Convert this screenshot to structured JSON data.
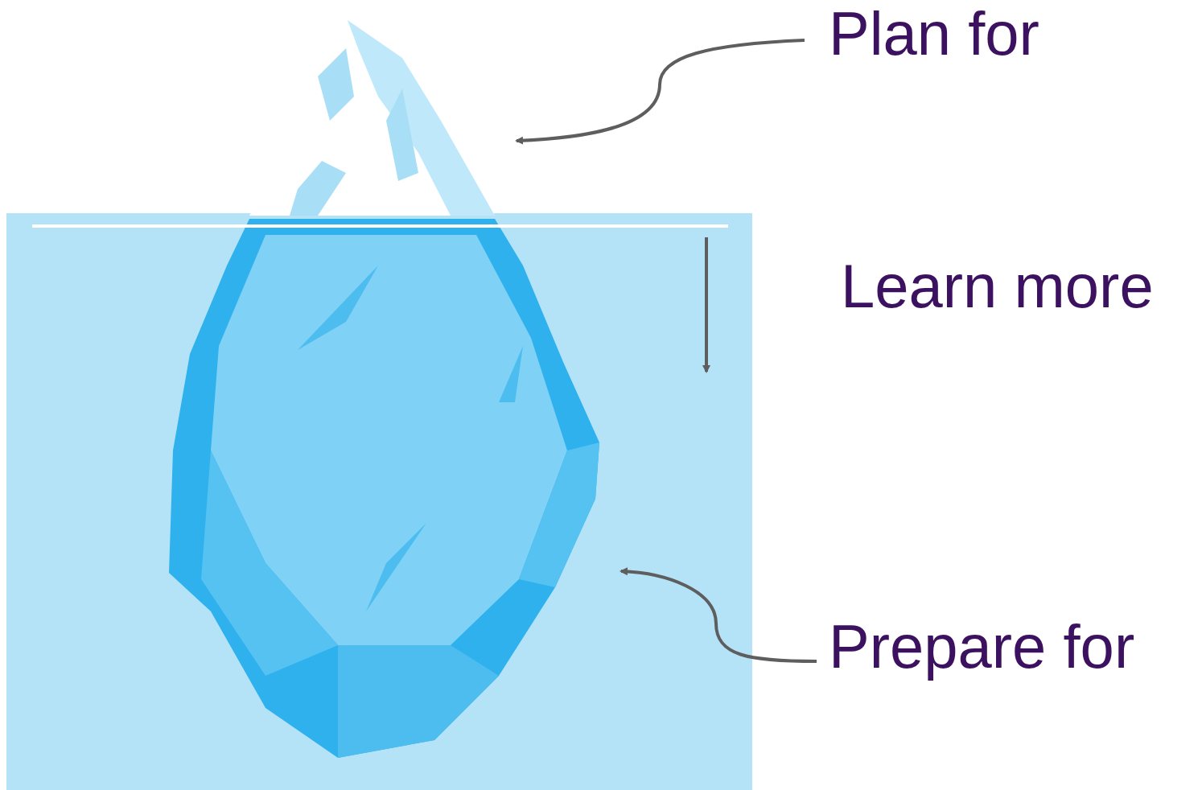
{
  "diagram": {
    "labels": [
      "Plan for",
      "Learn more",
      "Prepare for"
    ]
  }
}
